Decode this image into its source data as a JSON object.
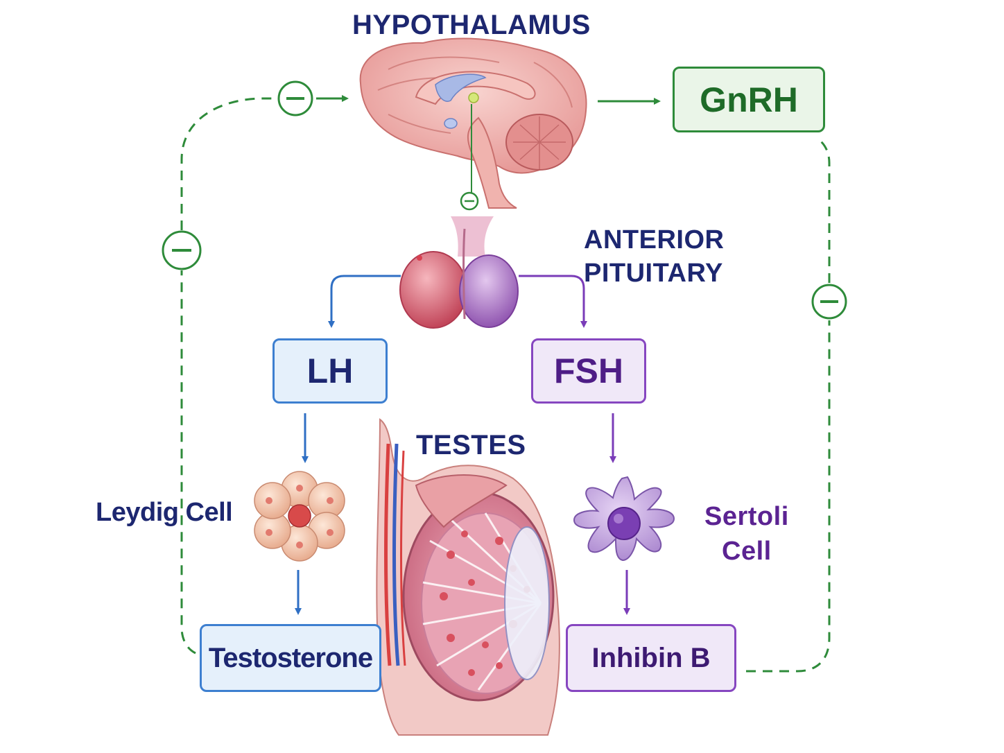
{
  "labels": {
    "hypothalamus": "HYPOTHALAMUS",
    "anterior_pituitary_line1": "ANTERIOR",
    "anterior_pituitary_line2": "PITUITARY",
    "testes": "TESTES",
    "leydig_cell": "Leydig Cell",
    "sertoli_cell_line1": "Sertoli",
    "sertoli_cell_line2": "Cell"
  },
  "boxes": {
    "gnrh": "GnRH",
    "lh": "LH",
    "fsh": "FSH",
    "testosterone": "Testosterone",
    "inhibin_b": "Inhibin B"
  },
  "colors": {
    "gnrh_green": "#2e8b3a",
    "lh_blue": "#2f6fc4",
    "fsh_purple": "#7a3cb8",
    "title_navy": "#1d2770"
  },
  "icons": [
    "brain-illustration",
    "pituitary-gland-illustration",
    "leydig-cell-illustration",
    "sertoli-cell-illustration",
    "testis-cross-section-illustration",
    "inhibition-minus-icon"
  ]
}
